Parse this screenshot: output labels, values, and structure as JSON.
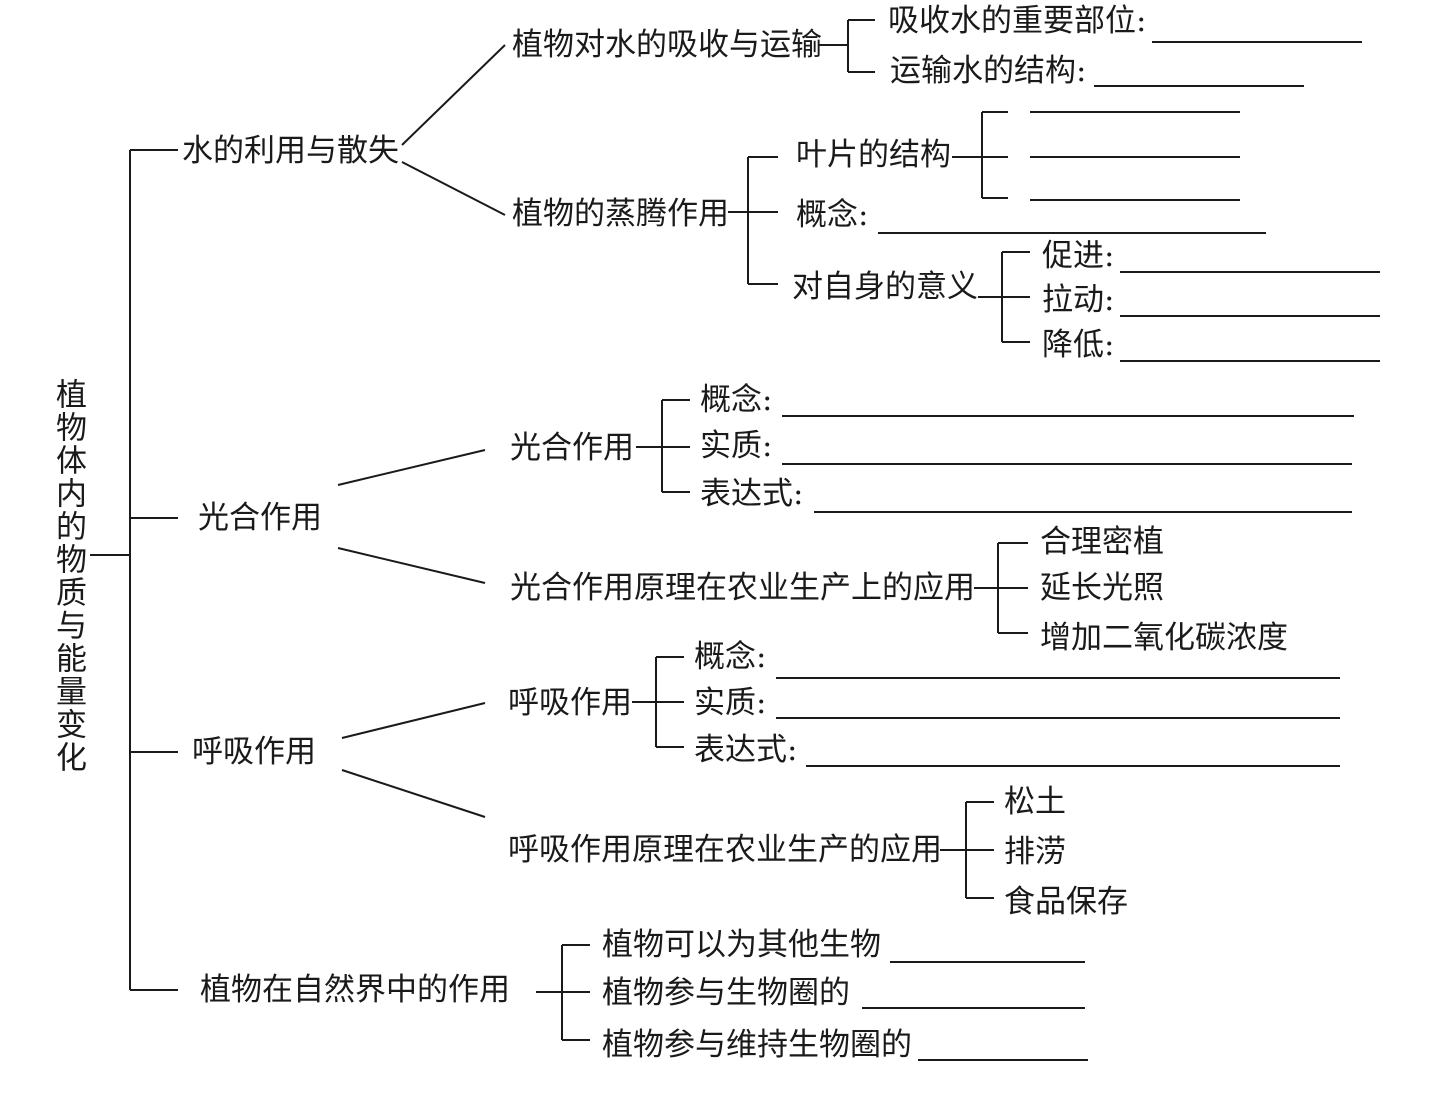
{
  "root": {
    "title": "植物体内的物质与能量变化"
  },
  "branches": {
    "water": {
      "label": "水的利用与散失",
      "absorb": {
        "label": "植物对水的吸收与运输",
        "part": "吸收水的重要部位:",
        "structure": "运输水的结构:"
      },
      "transpiration": {
        "label": "植物的蒸腾作用",
        "leaf": "叶片的结构",
        "concept": "概念:",
        "meaning": {
          "label": "对自身的意义",
          "promote": "促进:",
          "pull": "拉动:",
          "lower": "降低:"
        }
      }
    },
    "photosynthesis": {
      "label": "光合作用",
      "detail": {
        "label": "光合作用",
        "concept": "概念:",
        "essence": "实质:",
        "formula": "表达式:"
      },
      "application": {
        "label": "光合作用原理在农业生产上的应用",
        "items": [
          "合理密植",
          "延长光照",
          "增加二氧化碳浓度"
        ]
      }
    },
    "respiration": {
      "label": "呼吸作用",
      "detail": {
        "label": "呼吸作用",
        "concept": "概念:",
        "essence": "实质:",
        "formula": "表达式:"
      },
      "application": {
        "label": "呼吸作用原理在农业生产的应用",
        "items": [
          "松土",
          "排涝",
          "食品保存"
        ]
      }
    },
    "nature": {
      "label": "植物在自然界中的作用",
      "items": [
        "植物可以为其他生物",
        "植物参与生物圈的",
        "植物参与维持生物圈的"
      ]
    }
  }
}
